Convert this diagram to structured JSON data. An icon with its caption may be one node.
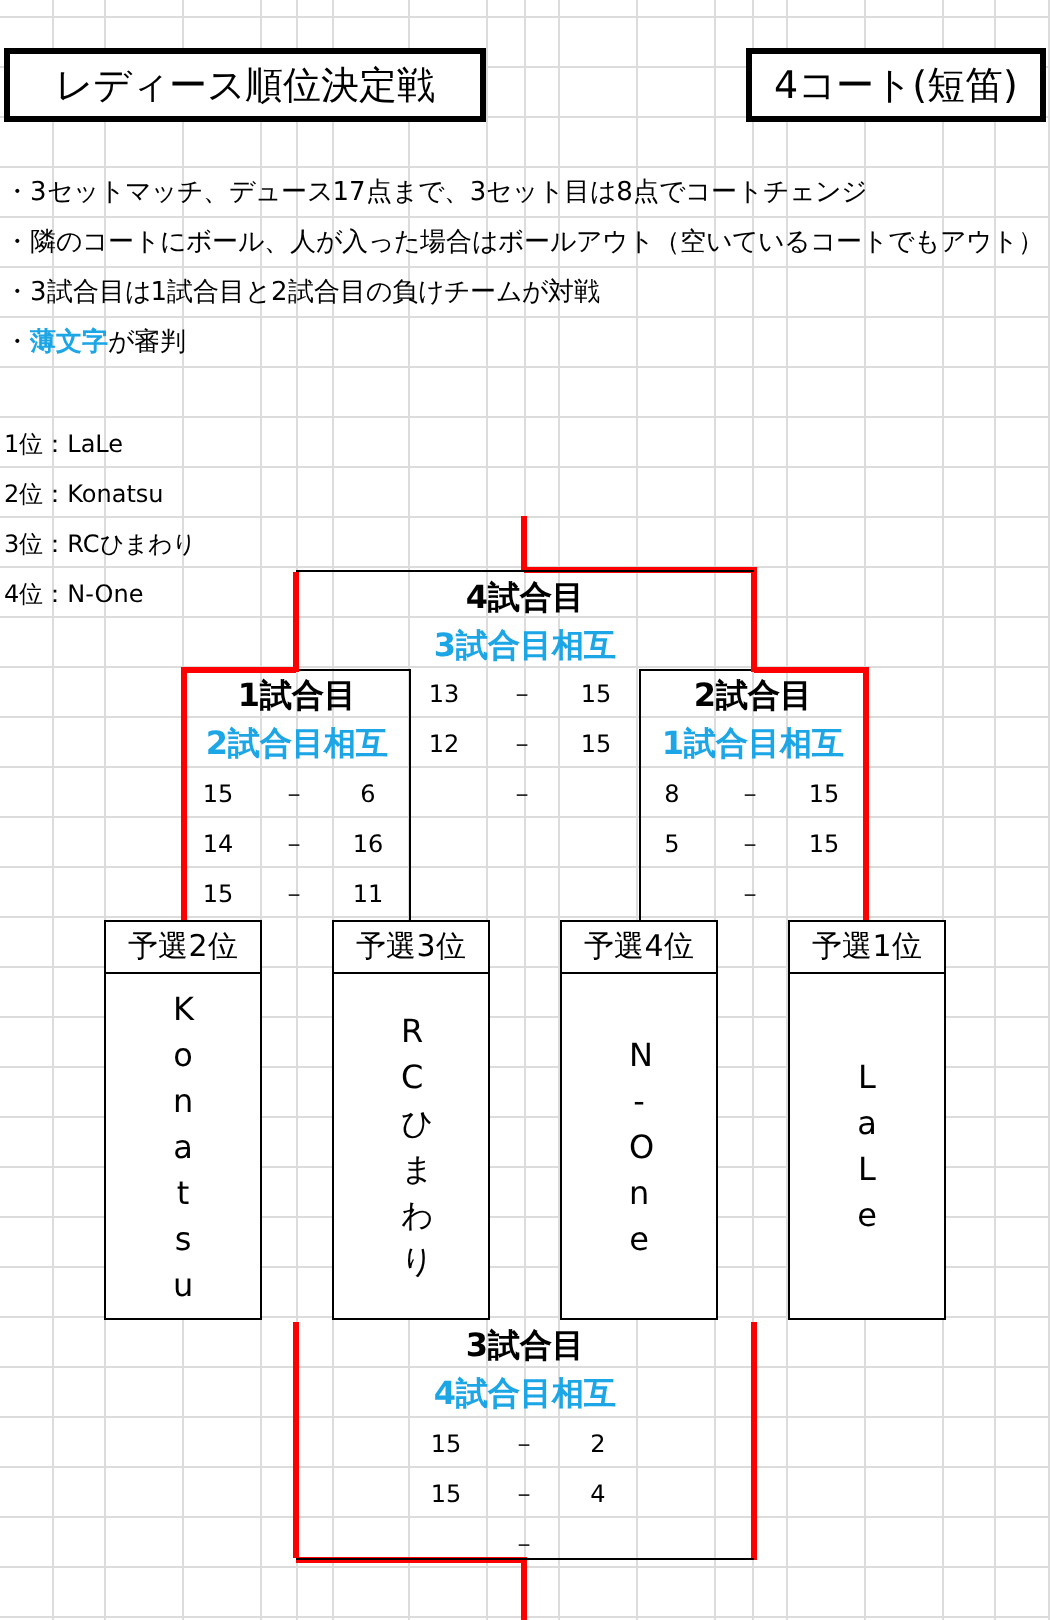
{
  "diagram": {
    "title": "レディース順位決定戦",
    "nodes": [
      {
        "text": [
          "4コート(短笛)"
        ]
      },
      {
        "text": [
          "予選2位",
          "Konatsu"
        ]
      },
      {
        "text": [
          "予選3位",
          "RCひまわり"
        ]
      },
      {
        "text": [
          "予選4位",
          "N-One"
        ]
      },
      {
        "text": [
          "予選1位",
          "LaLe"
        ]
      },
      {
        "text": [
          "1試合目",
          "2試合目相互"
        ]
      },
      {
        "text": [
          "2試合目",
          "1試合目相互"
        ]
      },
      {
        "text": [
          "4試合目",
          "3試合目相互"
        ]
      },
      {
        "text": [
          "3試合目",
          "4試合目相互"
        ]
      }
    ],
    "edges": [
      {
        "from": 1,
        "to": 5,
        "arrow": "none"
      },
      {
        "from": 2,
        "to": 5,
        "arrow": "none",
        "color": "#000000"
      },
      {
        "from": 3,
        "to": 6,
        "arrow": "none",
        "color": "#000000"
      },
      {
        "from": 4,
        "to": 6,
        "arrow": "none"
      },
      {
        "from": 5,
        "to": 7,
        "arrow": "none"
      },
      {
        "from": 6,
        "to": 7,
        "arrow": "none"
      },
      {
        "from": 7,
        "to": null,
        "arrow": "none"
      },
      {
        "from": null,
        "to": 8,
        "arrow": "none"
      },
      {
        "from": null,
        "to": 8,
        "arrow": "none"
      },
      {
        "from": 8,
        "to": null,
        "arrow": "none"
      }
    ],
    "labels": [
      "・3セットマッチ、デュース17点まで、3セット目は8点でコートチェンジ",
      "・隣のコートにボール、人が入った場合はボールアウト（空いているコートでもアウト）",
      "・3試合目は1試合目と2試合目の負けチームが対戦",
      "・**薄文字**が審判",
      "1位：LaLe",
      "2位：Konatsu",
      "3位：RCひまわり",
      "4位：N-One",
      "13",
      "－",
      "15",
      "12",
      "－",
      "15",
      "15",
      "－",
      "6",
      "－",
      "8",
      "－",
      "15",
      "14",
      "－",
      "16",
      "5",
      "－",
      "15",
      "15",
      "－",
      "11",
      "－",
      "15",
      "－",
      "2",
      "15",
      "－",
      "4",
      "－"
    ]
  }
}
